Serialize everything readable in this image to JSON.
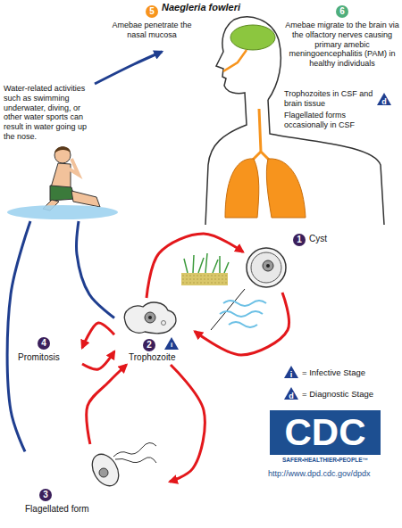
{
  "diagram": {
    "title": "Naegleria fowleri",
    "nodes": [
      {
        "text": [
          "Water-related activities such as swimming underwater, diving, or other water sports can result in water going up the nose."
        ]
      },
      {
        "text": [
          "5",
          "Amebae penetrate the nasal mucosa"
        ]
      },
      {
        "text": [
          "6",
          "Amebae migrate to the brain via the olfactory nerves causing primary amebic meningoencephalitis (PAM) in healthy individuals"
        ]
      },
      {
        "text": [
          "1",
          "Cyst"
        ]
      },
      {
        "text": [
          "2",
          "Trophozoite",
          "i"
        ]
      },
      {
        "text": [
          "3",
          "Flagellated form"
        ]
      },
      {
        "text": [
          "4",
          "Promitosis"
        ]
      }
    ],
    "edges": [
      {
        "from": 0,
        "to": 1,
        "arrow": "to"
      },
      {
        "from": 4,
        "to": 0,
        "arrow": "none"
      },
      {
        "from": 5,
        "to": 0,
        "arrow": "none"
      },
      {
        "from": 3,
        "to": 4,
        "arrow": "to"
      },
      {
        "from": 4,
        "to": 3,
        "arrow": "to"
      },
      {
        "from": 4,
        "to": 5,
        "arrow": "to"
      },
      {
        "from": 5,
        "to": 4,
        "arrow": "to"
      },
      {
        "from": 4,
        "to": 6,
        "arrow": "to"
      },
      {
        "from": 6,
        "to": 4,
        "arrow": "to"
      }
    ],
    "labels": [
      "Trophozoites in CSF and brain tissue",
      "Flagellated forms occasionally in CSF",
      "d",
      "i",
      "d",
      "CDC",
      "SAFER•HEALTHIER•PEOPLE™",
      "http://www.dpd.cdc.gov/dpdx"
    ],
    "legend": [
      {
        "text": "= Infective Stage"
      },
      {
        "text": "= Diagnostic Stage"
      }
    ]
  }
}
